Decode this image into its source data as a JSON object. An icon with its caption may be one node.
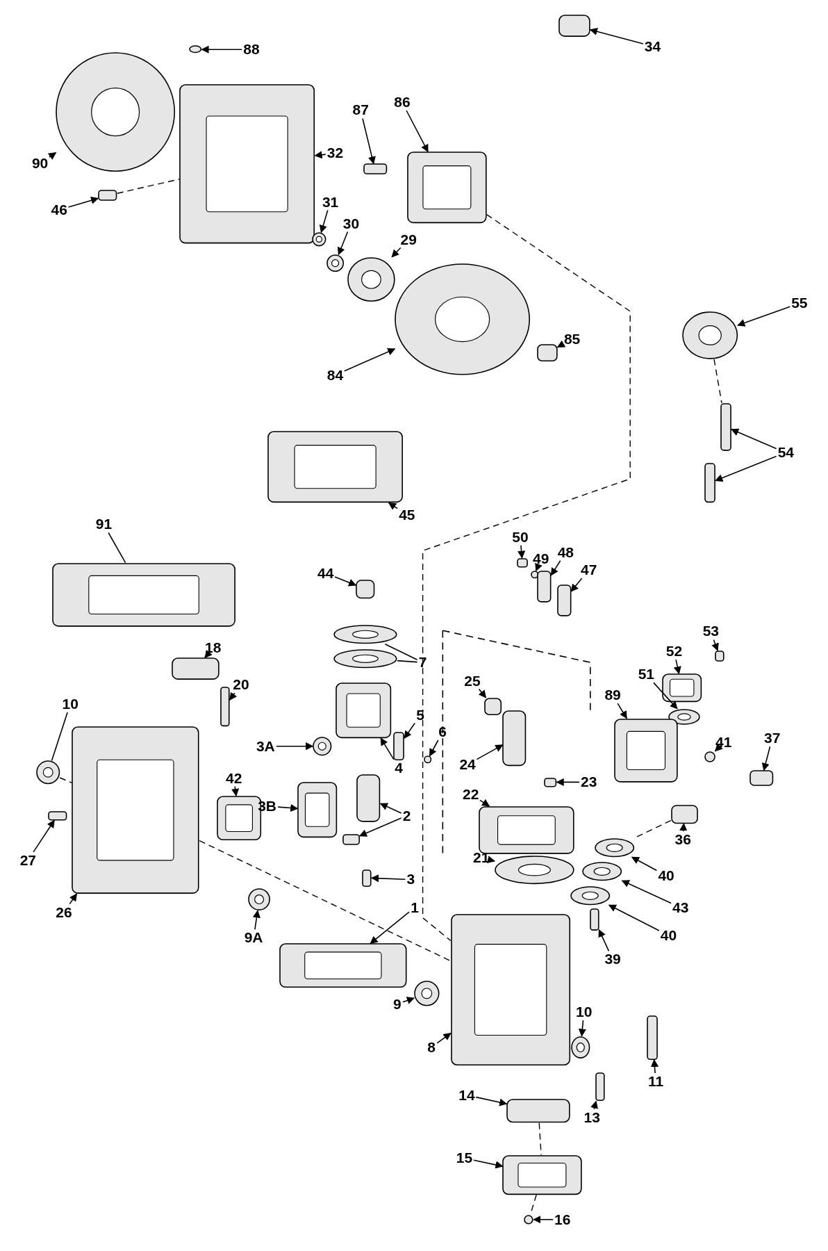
{
  "diagram": {
    "nodes": [
      {
        "text": [
          "88"
        ]
      },
      {
        "text": [],
        "shape": "circle"
      },
      {
        "text": [
          "34"
        ]
      },
      {
        "text": [],
        "shape": "box"
      },
      {
        "text": [
          "90"
        ]
      },
      {
        "text": [],
        "shape": "circle"
      },
      {
        "text": [
          "32"
        ]
      },
      {
        "text": [],
        "shape": "box"
      },
      {
        "text": [
          "87"
        ]
      },
      {
        "text": [],
        "shape": "box"
      },
      {
        "text": [
          "86"
        ]
      },
      {
        "text": [],
        "shape": "box"
      },
      {
        "text": [
          "46"
        ]
      },
      {
        "text": [],
        "shape": "box"
      },
      {
        "text": [
          "31"
        ]
      },
      {
        "text": [],
        "shape": "circle"
      },
      {
        "text": [
          "30"
        ]
      },
      {
        "text": [],
        "shape": "circle"
      },
      {
        "text": [
          "29"
        ]
      },
      {
        "text": [],
        "shape": "circle"
      },
      {
        "text": [
          "55"
        ]
      },
      {
        "text": [],
        "shape": "circle"
      },
      {
        "text": [
          "85"
        ]
      },
      {
        "text": [],
        "shape": "box"
      },
      {
        "text": [
          "84"
        ]
      },
      {
        "text": [],
        "shape": "circle"
      },
      {
        "text": [
          "54"
        ]
      },
      {
        "text": [],
        "shape": "box"
      },
      {
        "text": [],
        "shape": "box"
      },
      {
        "text": [
          "45"
        ]
      },
      {
        "text": [],
        "shape": "box"
      },
      {
        "text": [
          "91"
        ]
      },
      {
        "text": [],
        "shape": "box"
      },
      {
        "text": [
          "50"
        ]
      },
      {
        "text": [],
        "shape": "box"
      },
      {
        "text": [
          "49"
        ]
      },
      {
        "text": [],
        "shape": "circle"
      },
      {
        "text": [
          "48"
        ]
      },
      {
        "text": [],
        "shape": "box"
      },
      {
        "text": [
          "47"
        ]
      },
      {
        "text": [],
        "shape": "box"
      },
      {
        "text": [
          "44"
        ]
      },
      {
        "text": [],
        "shape": "box"
      },
      {
        "text": [
          "53"
        ]
      },
      {
        "text": [],
        "shape": "box"
      },
      {
        "text": [
          "18"
        ]
      },
      {
        "text": [],
        "shape": "box"
      },
      {
        "text": [
          "52"
        ]
      },
      {
        "text": [],
        "shape": "box"
      },
      {
        "text": [
          "7"
        ]
      },
      {
        "text": [],
        "shape": "circle"
      },
      {
        "text": [],
        "shape": "circle"
      },
      {
        "text": [
          "20"
        ]
      },
      {
        "text": [],
        "shape": "box"
      },
      {
        "text": [
          "51"
        ]
      },
      {
        "text": [],
        "shape": "circle"
      },
      {
        "text": [
          "10"
        ]
      },
      {
        "text": [],
        "shape": "circle"
      },
      {
        "text": [
          "25"
        ]
      },
      {
        "text": [],
        "shape": "box"
      },
      {
        "text": [
          "5"
        ]
      },
      {
        "text": [],
        "shape": "box"
      },
      {
        "text": [
          "6"
        ]
      },
      {
        "text": [],
        "shape": "circle"
      },
      {
        "text": [
          "89"
        ]
      },
      {
        "text": [],
        "shape": "box"
      },
      {
        "text": [
          "41"
        ]
      },
      {
        "text": [],
        "shape": "circle"
      },
      {
        "text": [
          "3A"
        ]
      },
      {
        "text": [],
        "shape": "circle"
      },
      {
        "text": [
          "24"
        ]
      },
      {
        "text": [],
        "shape": "box"
      },
      {
        "text": [
          "4"
        ]
      },
      {
        "text": [],
        "shape": "box"
      },
      {
        "text": [
          "23"
        ]
      },
      {
        "text": [],
        "shape": "box"
      },
      {
        "text": [
          "37"
        ]
      },
      {
        "text": [],
        "shape": "box"
      },
      {
        "text": [
          "42"
        ]
      },
      {
        "text": [],
        "shape": "box"
      },
      {
        "text": [
          "3B"
        ]
      },
      {
        "text": [],
        "shape": "box"
      },
      {
        "text": [
          "22"
        ]
      },
      {
        "text": [],
        "shape": "box"
      },
      {
        "text": [
          "2"
        ]
      },
      {
        "text": [],
        "shape": "box"
      },
      {
        "text": [],
        "shape": "box"
      },
      {
        "text": [
          "36"
        ]
      },
      {
        "text": [],
        "shape": "box"
      },
      {
        "text": [
          "27"
        ]
      },
      {
        "text": [],
        "shape": "box"
      },
      {
        "text": [
          "21"
        ]
      },
      {
        "text": [],
        "shape": "circle"
      },
      {
        "text": [
          "40"
        ]
      },
      {
        "text": [],
        "shape": "circle"
      },
      {
        "text": [
          "3"
        ]
      },
      {
        "text": [],
        "shape": "box"
      },
      {
        "text": [
          "43"
        ]
      },
      {
        "text": [],
        "shape": "circle"
      },
      {
        "text": [
          "26"
        ]
      },
      {
        "text": [],
        "shape": "box"
      },
      {
        "text": [
          "9A"
        ]
      },
      {
        "text": [],
        "shape": "circle"
      },
      {
        "text": [
          "1"
        ]
      },
      {
        "text": [],
        "shape": "box"
      },
      {
        "text": [
          "40"
        ]
      },
      {
        "text": [],
        "shape": "circle"
      },
      {
        "text": [
          "39"
        ]
      },
      {
        "text": [],
        "shape": "box"
      },
      {
        "text": [
          "9"
        ]
      },
      {
        "text": [],
        "shape": "circle"
      },
      {
        "text": [
          "10"
        ]
      },
      {
        "text": [],
        "shape": "circle"
      },
      {
        "text": [
          "8"
        ]
      },
      {
        "text": [],
        "shape": "box"
      },
      {
        "text": [
          "11"
        ]
      },
      {
        "text": [],
        "shape": "box"
      },
      {
        "text": [
          "14"
        ]
      },
      {
        "text": [],
        "shape": "box"
      },
      {
        "text": [
          "13"
        ]
      },
      {
        "text": [],
        "shape": "box"
      },
      {
        "text": [
          "15"
        ]
      },
      {
        "text": [],
        "shape": "box"
      },
      {
        "text": [
          "16"
        ]
      },
      {
        "text": [],
        "shape": "circle"
      }
    ],
    "edges": [
      {
        "from": 0,
        "to": 1,
        "arrow": "to"
      },
      {
        "from": 2,
        "to": 3,
        "arrow": "to"
      },
      {
        "from": 4,
        "to": 5,
        "arrow": "to"
      },
      {
        "from": 6,
        "to": 7,
        "arrow": "to"
      },
      {
        "from": 8,
        "to": 9,
        "arrow": "to"
      },
      {
        "from": 10,
        "to": 11,
        "arrow": "to"
      },
      {
        "from": 12,
        "to": 13,
        "arrow": "to"
      },
      {
        "from": 14,
        "to": 15,
        "arrow": "to"
      },
      {
        "from": 16,
        "to": 17,
        "arrow": "to"
      },
      {
        "from": 18,
        "to": 19,
        "arrow": "to"
      },
      {
        "from": 20,
        "to": 21,
        "arrow": "to"
      },
      {
        "from": 22,
        "to": 23,
        "arrow": "to"
      },
      {
        "from": 24,
        "to": 25,
        "arrow": "to"
      },
      {
        "from": 26,
        "to": 27,
        "arrow": "to"
      },
      {
        "from": 26,
        "to": 28,
        "arrow": "to"
      },
      {
        "from": 29,
        "to": 30,
        "arrow": "to"
      },
      {
        "from": 31,
        "to": 32,
        "arrow": "none"
      },
      {
        "from": 33,
        "to": 34,
        "arrow": "to"
      },
      {
        "from": 35,
        "to": 36,
        "arrow": "to"
      },
      {
        "from": 37,
        "to": 38,
        "arrow": "to"
      },
      {
        "from": 39,
        "to": 40,
        "arrow": "to"
      },
      {
        "from": 41,
        "to": 42,
        "arrow": "to"
      },
      {
        "from": 43,
        "to": 44,
        "arrow": "to"
      },
      {
        "from": 45,
        "to": 46,
        "arrow": "to"
      },
      {
        "from": 47,
        "to": 48,
        "arrow": "to"
      },
      {
        "from": 49,
        "to": 50,
        "arrow": "none"
      },
      {
        "from": 49,
        "to": 51,
        "arrow": "none"
      },
      {
        "from": 52,
        "to": 53,
        "arrow": "to"
      },
      {
        "from": 54,
        "to": 55,
        "arrow": "to"
      },
      {
        "from": 56,
        "to": 57,
        "arrow": "none"
      },
      {
        "from": 58,
        "to": 59,
        "arrow": "to"
      },
      {
        "from": 60,
        "to": 61,
        "arrow": "to"
      },
      {
        "from": 62,
        "to": 63,
        "arrow": "to"
      },
      {
        "from": 64,
        "to": 65,
        "arrow": "to"
      },
      {
        "from": 66,
        "to": 67,
        "arrow": "to"
      },
      {
        "from": 68,
        "to": 69,
        "arrow": "to"
      },
      {
        "from": 70,
        "to": 71,
        "arrow": "to"
      },
      {
        "from": 72,
        "to": 73,
        "arrow": "to"
      },
      {
        "from": 74,
        "to": 75,
        "arrow": "to"
      },
      {
        "from": 76,
        "to": 77,
        "arrow": "to"
      },
      {
        "from": 78,
        "to": 79,
        "arrow": "to"
      },
      {
        "from": 80,
        "to": 81,
        "arrow": "to"
      },
      {
        "from": 82,
        "to": 83,
        "arrow": "to"
      },
      {
        "from": 84,
        "to": 85,
        "arrow": "to"
      },
      {
        "from": 84,
        "to": 86,
        "arrow": "to"
      },
      {
        "from": 87,
        "to": 88,
        "arrow": "to"
      },
      {
        "from": 89,
        "to": 90,
        "arrow": "to"
      },
      {
        "from": 91,
        "to": 92,
        "arrow": "to"
      },
      {
        "from": 93,
        "to": 94,
        "arrow": "to"
      },
      {
        "from": 95,
        "to": 96,
        "arrow": "to"
      },
      {
        "from": 97,
        "to": 98,
        "arrow": "to"
      },
      {
        "from": 99,
        "to": 100,
        "arrow": "to"
      },
      {
        "from": 101,
        "to": 102,
        "arrow": "to"
      },
      {
        "from": 103,
        "to": 104,
        "arrow": "to"
      },
      {
        "from": 105,
        "to": 106,
        "arrow": "to"
      },
      {
        "from": 107,
        "to": 108,
        "arrow": "to"
      },
      {
        "from": 109,
        "to": 110,
        "arrow": "to"
      },
      {
        "from": 111,
        "to": 112,
        "arrow": "to"
      },
      {
        "from": 113,
        "to": 114,
        "arrow": "to"
      },
      {
        "from": 115,
        "to": 116,
        "arrow": "to"
      },
      {
        "from": 117,
        "to": 118,
        "arrow": "to"
      },
      {
        "from": 119,
        "to": 120,
        "arrow": "to"
      },
      {
        "from": 121,
        "to": 122,
        "arrow": "to"
      },
      {
        "from": 123,
        "to": 124,
        "arrow": "to"
      },
      {
        "from": 13,
        "to": 7,
        "arrow": "none",
        "style": "dashed"
      },
      {
        "from": 21,
        "to": 27,
        "arrow": "none",
        "style": "dashed"
      },
      {
        "from": 57,
        "to": 100,
        "arrow": "none",
        "style": "dashed"
      },
      {
        "from": 118,
        "to": 122,
        "arrow": "none",
        "style": "dashed"
      },
      {
        "from": 122,
        "to": 124,
        "arrow": "none",
        "style": "dashed"
      },
      {
        "from": 88,
        "to": 94,
        "arrow": "none",
        "style": "dashed"
      },
      {
        "from": 11,
        "to": 114,
        "arrow": "none",
        "style": "dashed"
      },
      {
        "from": 100,
        "to": 114,
        "arrow": "none",
        "style": "dashed"
      }
    ]
  }
}
